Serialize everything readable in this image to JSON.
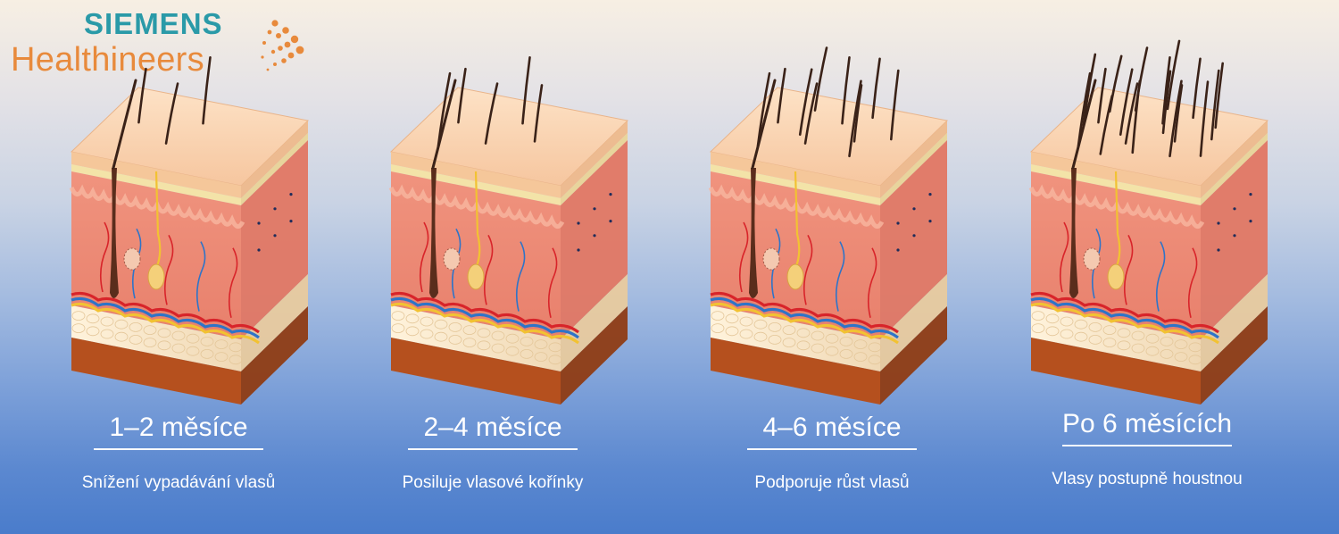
{
  "brand": {
    "line1": "SIEMENS",
    "line2": "Healthineers"
  },
  "stages": [
    {
      "period": "1–2 měsíce",
      "description": "Snížení vypadávání vlasů",
      "hair_count": 3
    },
    {
      "period": "2–4 měsíce",
      "description": "Posiluje vlasové kořínky",
      "hair_count": 5
    },
    {
      "period": "4–6 měsíce",
      "description": "Podporuje růst vlasů",
      "hair_count": 10
    },
    {
      "period": "Po 6 měsících",
      "description": "Vlasy postupně houstnou",
      "hair_count": 18
    }
  ],
  "colors": {
    "brand_teal": "#2a9aa8",
    "brand_orange": "#e88a3c",
    "hair": "#3a2218",
    "caption_text": "#ffffff"
  }
}
